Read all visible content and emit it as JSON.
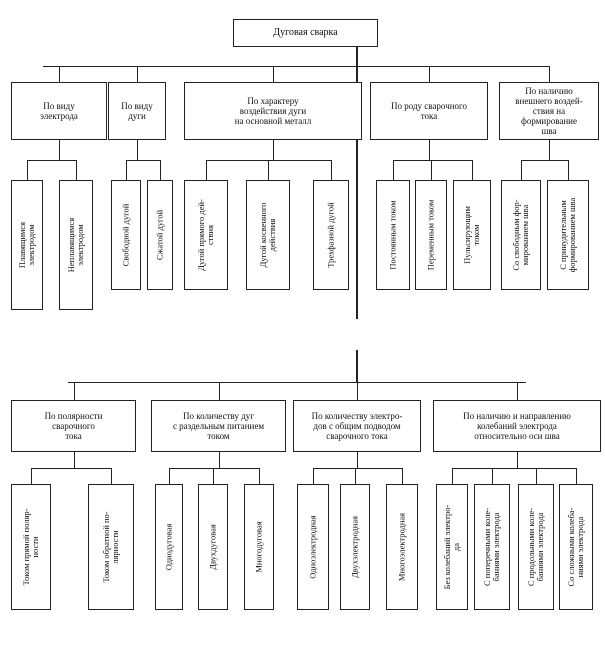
{
  "title": "Дуговая сварка",
  "top_groups": [
    {
      "label": "По виду\nэлектрода",
      "items": [
        "Плавящимся\nэлектродом",
        "Неплавящимся\nэлектродом"
      ]
    },
    {
      "label": "По виду\nдуги",
      "items": [
        "Свободной дугой",
        "Сжатой дугой"
      ]
    },
    {
      "label": "По характеру\nвоздействия дуги\nна основной металл",
      "items": [
        "Дугой прямого дей-\nствия",
        "Дугой   косвенного\nдействия",
        "Трехфазной дугой"
      ]
    },
    {
      "label": "По роду сварочного\nтока",
      "items": [
        "Постоянным током",
        "Переменным током",
        "Пульсирующим\nтоком"
      ]
    },
    {
      "label": "По наличию\nвнешнего воздей-\nствия на\nформирование\nшва",
      "items": [
        "Со свободным фор-\nмированием шва",
        "С принудительным\nформированием шва"
      ]
    }
  ],
  "bottom_groups": [
    {
      "label": "По полярности\nсварочного\nтока",
      "items": [
        "Током прямой поляр-\nности",
        "Током обратной по-\nлярности"
      ]
    },
    {
      "label": "По количеству дуг\nс раздельным питанием\nтоком",
      "items": [
        "Однодуговая",
        "Двухдуговая",
        "Многодуговая"
      ]
    },
    {
      "label": "По количеству электро-\nдов с общим подводом\nсварочного тока",
      "items": [
        "Одноэлектродная",
        "Двухэлектродная",
        "Многоэлектродная"
      ]
    },
    {
      "label": "По наличию и направлению\nколебаний электрода\nотносительно оси шва",
      "items": [
        "Без колебаний электро-\nда",
        "С поперечными коле-\nбаниями электрода",
        "С продольными коле-\nбаниями электрода",
        "Со сложными колеба-\nниями электрода"
      ]
    }
  ]
}
